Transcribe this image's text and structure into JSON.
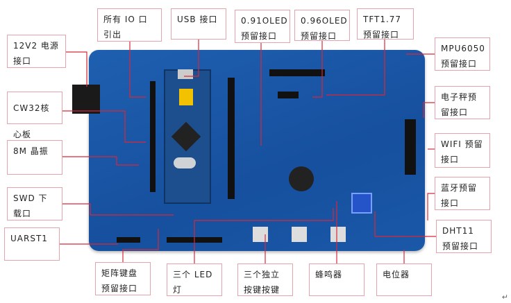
{
  "labels": {
    "io": "所有 IO 口引出",
    "usb": "USB 接口",
    "oled091": "0.91OLED 预留接口",
    "oled096": "0.96OLED 预留接口",
    "tft": "TFT1.77 预留接口",
    "mpu": "MPU6050 预留接口",
    "power": "12V2 电源接口",
    "core": "CW32核心板",
    "crystal": "8M 晶振",
    "scale": "电子秤预留接口",
    "wifi": "WIFI 预留接口",
    "bt": "蓝牙预留接口",
    "swd": "SWD 下载口",
    "dht": "DHT11 预留接口",
    "uart": "UARST1",
    "keypad": "矩阵键盘预留接口",
    "led": "三个 LED 灯",
    "keys": "三个独立按键按键",
    "buzzer": "蜂鸣器",
    "pot": "电位器"
  },
  "colors": {
    "board": "#1f5fb0",
    "leader": "#d8283a",
    "box_border": "#e7a3ac"
  }
}
